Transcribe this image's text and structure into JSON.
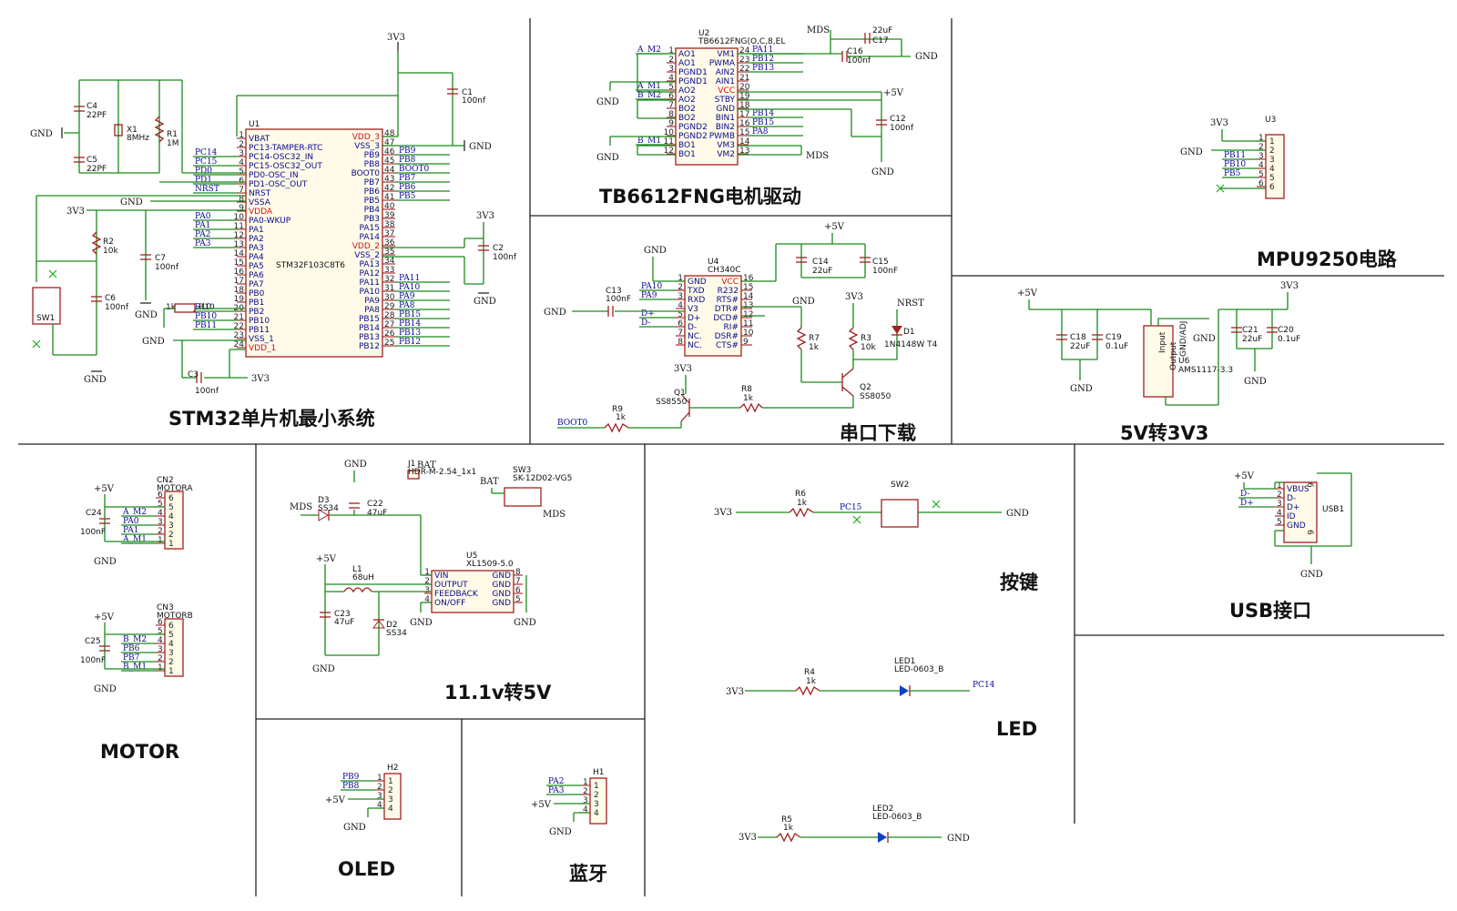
{
  "sections": {
    "stm32": "STM32单片机最小系统",
    "tb6612": "TB6612FNG电机驱动",
    "mpu": "MPU9250电路",
    "serial": "串口下载",
    "p5v3v3": "5V转3V3",
    "motor": "MOTOR",
    "p11v5v": "11.1v转5V",
    "key": "按键",
    "led": "LED",
    "usb": "USB接口",
    "oled": "OLED",
    "bt": "蓝牙"
  },
  "stm32": {
    "ref": "U1",
    "part": "STM32F103C8T6",
    "left_pins": [
      {
        "n": "1",
        "name": "VBAT"
      },
      {
        "n": "2",
        "name": "PC13-TAMPER-RTC"
      },
      {
        "n": "3",
        "name": "PC14-OSC32_IN"
      },
      {
        "n": "4",
        "name": "PC15-OSC32_OUT"
      },
      {
        "n": "5",
        "name": "PD0-OSC_IN"
      },
      {
        "n": "6",
        "name": "PD1-OSC_OUT"
      },
      {
        "n": "7",
        "name": "NRST"
      },
      {
        "n": "8",
        "name": "VSSA"
      },
      {
        "n": "9",
        "name": "VDDA"
      },
      {
        "n": "10",
        "name": "PA0-WKUP"
      },
      {
        "n": "11",
        "name": "PA1"
      },
      {
        "n": "12",
        "name": "PA2"
      },
      {
        "n": "13",
        "name": "PA3"
      },
      {
        "n": "14",
        "name": "PA4"
      },
      {
        "n": "15",
        "name": "PA5"
      },
      {
        "n": "16",
        "name": "PA6"
      },
      {
        "n": "17",
        "name": "PA7"
      },
      {
        "n": "18",
        "name": "PB0"
      },
      {
        "n": "19",
        "name": "PB1"
      },
      {
        "n": "20",
        "name": "PB2"
      },
      {
        "n": "21",
        "name": "PB10"
      },
      {
        "n": "22",
        "name": "PB11"
      },
      {
        "n": "23",
        "name": "VSS_1"
      },
      {
        "n": "24",
        "name": "VDD_1"
      }
    ],
    "right_pins": [
      {
        "n": "48",
        "name": "VDD_3"
      },
      {
        "n": "47",
        "name": "VSS_3"
      },
      {
        "n": "46",
        "name": "PB9"
      },
      {
        "n": "45",
        "name": "PB8"
      },
      {
        "n": "44",
        "name": "BOOT0"
      },
      {
        "n": "43",
        "name": "PB7"
      },
      {
        "n": "42",
        "name": "PB6"
      },
      {
        "n": "41",
        "name": "PB5"
      },
      {
        "n": "40",
        "name": "PB4"
      },
      {
        "n": "39",
        "name": "PB3"
      },
      {
        "n": "38",
        "name": "PA15"
      },
      {
        "n": "37",
        "name": "PA14"
      },
      {
        "n": "36",
        "name": "VDD_2"
      },
      {
        "n": "35",
        "name": "VSS_2"
      },
      {
        "n": "34",
        "name": "PA13"
      },
      {
        "n": "33",
        "name": "PA12"
      },
      {
        "n": "32",
        "name": "PA11"
      },
      {
        "n": "31",
        "name": "PA10"
      },
      {
        "n": "30",
        "name": "PA9"
      },
      {
        "n": "29",
        "name": "PA8"
      },
      {
        "n": "28",
        "name": "PB15"
      },
      {
        "n": "27",
        "name": "PB14"
      },
      {
        "n": "26",
        "name": "PB13"
      },
      {
        "n": "25",
        "name": "PB12"
      }
    ],
    "left_nets": [
      "",
      "",
      "PC14",
      "PC15",
      "PD0",
      "PD1",
      "NRST",
      "",
      "",
      "PA0",
      "PA1",
      "PA2",
      "PA3",
      "",
      "",
      "",
      "",
      "",
      "",
      "R10",
      "PB10",
      "PB11",
      "",
      ""
    ],
    "right_nets": [
      "",
      "",
      "PB9",
      "PB8",
      "BOOT0",
      "PB7",
      "PB6",
      "PB5",
      "",
      "",
      "",
      "",
      "",
      "",
      "",
      "",
      "PA11",
      "PA10",
      "PA9",
      "PA8",
      "PB15",
      "PB14",
      "PB13",
      "PB12"
    ],
    "parts": {
      "c4": "C4",
      "c4v": "22PF",
      "c5": "C5",
      "c5v": "22PF",
      "x1": "X1",
      "x1v": "8MHz",
      "r1": "R1",
      "r1v": "1M",
      "r2": "R2",
      "r2v": "10k",
      "c6": "C6",
      "c6v": "100nf",
      "c7": "C7",
      "c7v": "100nf",
      "c1": "C1",
      "c1v": "100nf",
      "c2": "C2",
      "c2v": "100nf",
      "c3": "C3",
      "c3v": "100nf",
      "r10": "R10",
      "r10v": "1k",
      "sw1": "SW1"
    }
  },
  "tb6612": {
    "ref": "U2",
    "part": "TB6612FNG(O,C,8,EL",
    "left_pins": [
      {
        "n": "1",
        "name": "AO1"
      },
      {
        "n": "2",
        "name": "AO1"
      },
      {
        "n": "3",
        "name": "PGND1"
      },
      {
        "n": "4",
        "name": "PGND1"
      },
      {
        "n": "5",
        "name": "AO2"
      },
      {
        "n": "6",
        "name": "AO2"
      },
      {
        "n": "7",
        "name": "BO2"
      },
      {
        "n": "8",
        "name": "BO2"
      },
      {
        "n": "9",
        "name": "PGND2"
      },
      {
        "n": "10",
        "name": "PGND2"
      },
      {
        "n": "11",
        "name": "BO1"
      },
      {
        "n": "12",
        "name": "BO1"
      }
    ],
    "right_pins": [
      {
        "n": "24",
        "name": "VM1"
      },
      {
        "n": "23",
        "name": "PWMA"
      },
      {
        "n": "22",
        "name": "AIN2"
      },
      {
        "n": "21",
        "name": "AIN1"
      },
      {
        "n": "20",
        "name": "VCC"
      },
      {
        "n": "19",
        "name": "STBY"
      },
      {
        "n": "18",
        "name": "GND"
      },
      {
        "n": "17",
        "name": "BIN1"
      },
      {
        "n": "16",
        "name": "BIN2"
      },
      {
        "n": "15",
        "name": "PWMB"
      },
      {
        "n": "14",
        "name": "VM3"
      },
      {
        "n": "13",
        "name": "VM2"
      }
    ],
    "left_nets": [
      "A_M2",
      "",
      "",
      "",
      "A_M1",
      "B_M2",
      "",
      "",
      "",
      "",
      "B_M1",
      ""
    ],
    "right_nets": [
      "PA11",
      "PB12",
      "PB13",
      "",
      "",
      "",
      "",
      "PB14",
      "PB15",
      "PA8",
      "",
      ""
    ],
    "c16": "C16",
    "c16v": "100nf",
    "c17": "C17",
    "c17v": "22uF",
    "c12": "C12",
    "c12v": "100nf"
  },
  "mpu": {
    "ref": "U3",
    "pins": [
      "1",
      "2",
      "3",
      "4",
      "5",
      "6"
    ],
    "nets": [
      "",
      "",
      "PB11",
      "PB10",
      "PB5",
      ""
    ]
  },
  "ch340": {
    "ref": "U4",
    "part": "CH340C",
    "left_pins": [
      {
        "n": "1",
        "name": "GND"
      },
      {
        "n": "2",
        "name": "TXD"
      },
      {
        "n": "3",
        "name": "RXD"
      },
      {
        "n": "4",
        "name": "V3"
      },
      {
        "n": "5",
        "name": "D+"
      },
      {
        "n": "6",
        "name": "D-"
      },
      {
        "n": "7",
        "name": "NC."
      },
      {
        "n": "8",
        "name": "NC."
      }
    ],
    "right_pins": [
      {
        "n": "16",
        "name": "VCC"
      },
      {
        "n": "15",
        "name": "R232"
      },
      {
        "n": "14",
        "name": "RTS#"
      },
      {
        "n": "13",
        "name": "DTR#"
      },
      {
        "n": "12",
        "name": "DCD#"
      },
      {
        "n": "11",
        "name": "RI#"
      },
      {
        "n": "10",
        "name": "DSR#"
      },
      {
        "n": "9",
        "name": "CTS#"
      }
    ],
    "left_nets": [
      "",
      "PA10",
      "PA9",
      "",
      "D+",
      "D-",
      "",
      ""
    ],
    "c13": "C13",
    "c13v": "100nF",
    "c14": "C14",
    "c14v": "22uF",
    "c15": "C15",
    "c15v": "100nF",
    "r7": "R7",
    "r7v": "1k",
    "r3": "R3",
    "r3v": "10k",
    "d1": "D1",
    "d1v": "1N4148W T4",
    "q1": "Q1",
    "q1v": "SS8550",
    "q2": "Q2",
    "q2v": "SS8050",
    "r8": "R8",
    "r8v": "1k",
    "r9": "R9",
    "r9v": "1k",
    "nrst": "NRST",
    "boot0": "BOOT0"
  },
  "ldo": {
    "ref": "U6",
    "part": "AMS1117-3.3",
    "in": "Input",
    "out": "Output",
    "gnd": "GND/ADJ",
    "c18": "C18",
    "c18v": "22uF",
    "c19": "C19",
    "c19v": "0.1uF",
    "c21": "C21",
    "c21v": "22uF",
    "c20": "C20",
    "c20v": "0.1uF"
  },
  "motor": {
    "cn2": "CN2",
    "cn2v": "MOTORA",
    "cn3": "CN3",
    "cn3v": "MOTORB",
    "c24": "C24",
    "c24v": "100nF",
    "c25": "C25",
    "c25v": "100nF",
    "netsA": [
      "A_M2",
      "PA0",
      "PA1",
      "A_M1"
    ],
    "netsB": [
      "B_M2",
      "PB6",
      "PB7",
      "B_M1"
    ],
    "pins": [
      "6",
      "5",
      "4",
      "3",
      "2",
      "1"
    ]
  },
  "buck": {
    "ref": "U5",
    "part": "XL1509-5.0",
    "left_pins": [
      {
        "n": "1",
        "name": "VIN"
      },
      {
        "n": "2",
        "name": "OUTPUT"
      },
      {
        "n": "3",
        "name": "FEEDBACK"
      },
      {
        "n": "4",
        "name": "ON/OFF"
      }
    ],
    "right_pins": [
      {
        "n": "8",
        "name": "GND"
      },
      {
        "n": "7",
        "name": "GND"
      },
      {
        "n": "6",
        "name": "GND"
      },
      {
        "n": "5",
        "name": "GND"
      }
    ],
    "j1": "J1",
    "j1v": "HDR-M-2.54_1x1",
    "sw3": "SW3",
    "sw3v": "SK-12D02-VG5",
    "d3": "D3",
    "d3v": "SS34",
    "c22": "C22",
    "c22v": "47uF",
    "l1": "L1",
    "l1v": "68uH",
    "c23": "C23",
    "c23v": "47uF",
    "d2": "D2",
    "d2v": "SS34"
  },
  "keys": {
    "r6": "R6",
    "r6v": "1k",
    "sw2": "SW2",
    "net": "PC15"
  },
  "leds": {
    "r4": "R4",
    "r4v": "1k",
    "led1": "LED1",
    "led1v": "LED-0603_B",
    "net": "PC14",
    "r5": "R5",
    "r5v": "1k",
    "led2": "LED2",
    "led2v": "LED-0603_B"
  },
  "usb": {
    "ref": "USB1",
    "pins": [
      "VBUS",
      "D-",
      "D+",
      "ID",
      "GND"
    ],
    "nums": [
      "1",
      "2",
      "3",
      "4",
      "5",
      "6",
      "6"
    ],
    "nets": [
      "D-",
      "D+"
    ]
  },
  "oled": {
    "ref": "H2",
    "nets": [
      "PB9",
      "PB8",
      "",
      ""
    ],
    "pins": [
      "1",
      "2",
      "3",
      "4"
    ]
  },
  "bt": {
    "ref": "H1",
    "nets": [
      "PA2",
      "PA3",
      "",
      ""
    ],
    "pins": [
      "1",
      "2",
      "3",
      "4"
    ]
  },
  "power": {
    "v33": "3V3",
    "v5": "+5V",
    "gnd": "GND",
    "mds": "MDS",
    "bat": "BAT"
  }
}
